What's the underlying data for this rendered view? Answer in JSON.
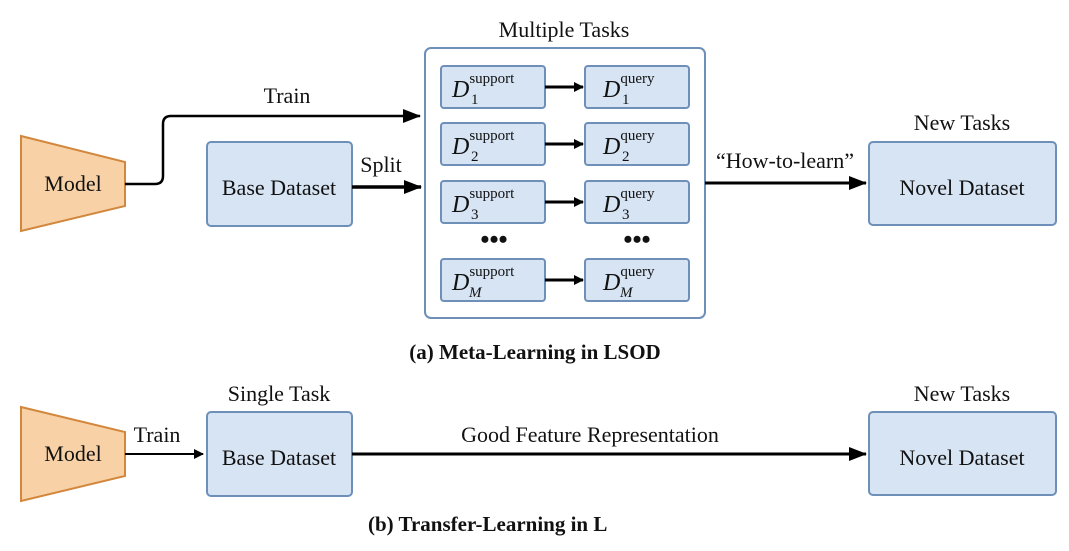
{
  "meta": {
    "title": "Multiple Tasks",
    "model_label": "Model",
    "train_label": "Train",
    "split_label": "Split",
    "base_dataset_label": "Base Dataset",
    "how_to_learn_label": "“How-to-learn”",
    "new_tasks_label": "New Tasks",
    "novel_dataset_label": "Novel Dataset",
    "ellipsis": "•••",
    "caption": "(a) Meta-Learning in LSOD",
    "task_rows": [
      {
        "d": "D",
        "support": "support",
        "query": "query",
        "index": "1"
      },
      {
        "d": "D",
        "support": "support",
        "query": "query",
        "index": "2"
      },
      {
        "d": "D",
        "support": "support",
        "query": "query",
        "index": "3"
      },
      {
        "d": "D",
        "support": "support",
        "query": "query",
        "index": "M"
      }
    ]
  },
  "transfer": {
    "model_label": "Model",
    "train_label": "Train",
    "single_task_label": "Single Task",
    "base_dataset_label": "Base Dataset",
    "representation_label": "Good Feature Representation",
    "new_tasks_label": "New Tasks",
    "novel_dataset_label": "Novel Dataset",
    "caption": "(b) Transfer-Learning in L"
  },
  "colors": {
    "box_fill": "#d6e4f4",
    "box_stroke": "#6d8fb8",
    "model_fill": "#f8d2a6",
    "model_stroke": "#d2873d"
  }
}
